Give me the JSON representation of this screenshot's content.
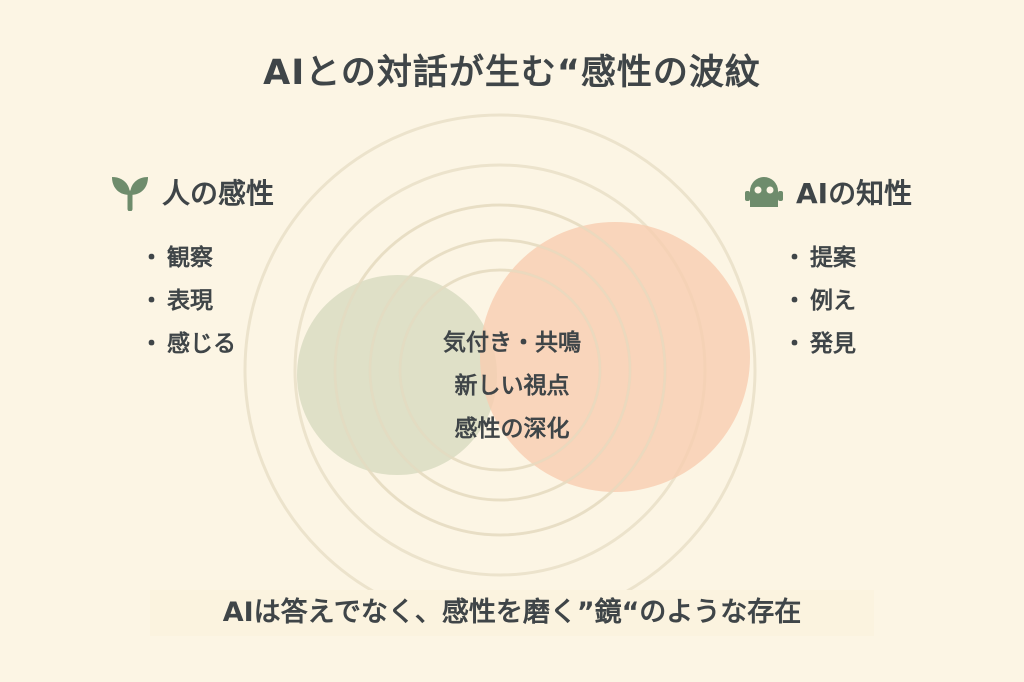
{
  "title": "AIとの対話が生む“感性の波紋",
  "left": {
    "heading": "人の感性",
    "icon": "sprout-icon",
    "items": [
      "観察",
      "表現",
      "感じる"
    ]
  },
  "right": {
    "heading": "AIの知性",
    "icon": "robot-icon",
    "items": [
      "提案",
      "例え",
      "発見"
    ]
  },
  "center": {
    "lines": [
      "気付き・共鳴",
      "新しい視点",
      "感性の深化"
    ]
  },
  "footer": "AIは答えでなく、感性を磨く”鏡“のような存在",
  "colors": {
    "background": "#fcf5e4",
    "human": "#d9dcc2",
    "ai": "#f8cdb0",
    "icon": "#6e8c6c",
    "text": "#3f4548"
  }
}
